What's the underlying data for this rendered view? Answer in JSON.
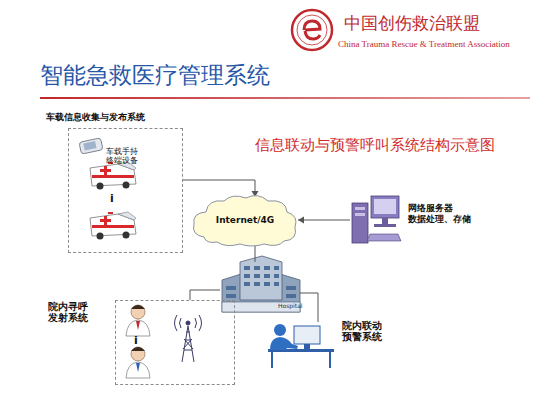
{
  "diagram": {
    "title": "智能急救医疗管理系统",
    "nodes": [
      {
        "text": [
          "车载信息收集与发布系统"
        ]
      },
      {
        "text": [
          "Internet/4G"
        ]
      },
      {
        "text": [
          "网络服务器 数据处理、存储"
        ]
      },
      {
        "text": [
          "Hospital"
        ]
      },
      {
        "text": [
          "院内寻呼 发射系统"
        ]
      },
      {
        "text": [
          "院内联动 预警系统"
        ]
      }
    ],
    "edges": [
      {
        "from": 0,
        "to": 1,
        "arrow": "to"
      },
      {
        "from": 2,
        "to": 1,
        "arrow": "to"
      },
      {
        "from": 1,
        "to": 3,
        "arrow": "none"
      },
      {
        "from": 3,
        "to": 4,
        "arrow": "none"
      },
      {
        "from": 3,
        "to": 5,
        "arrow": "none"
      }
    ],
    "labels": [
      "中国创伤救治联盟",
      "China Trauma Rescue & Treatment Association",
      "信息联动与预警呼叫系统结构示意图",
      "车载手持终端设备",
      "i",
      "i"
    ]
  }
}
